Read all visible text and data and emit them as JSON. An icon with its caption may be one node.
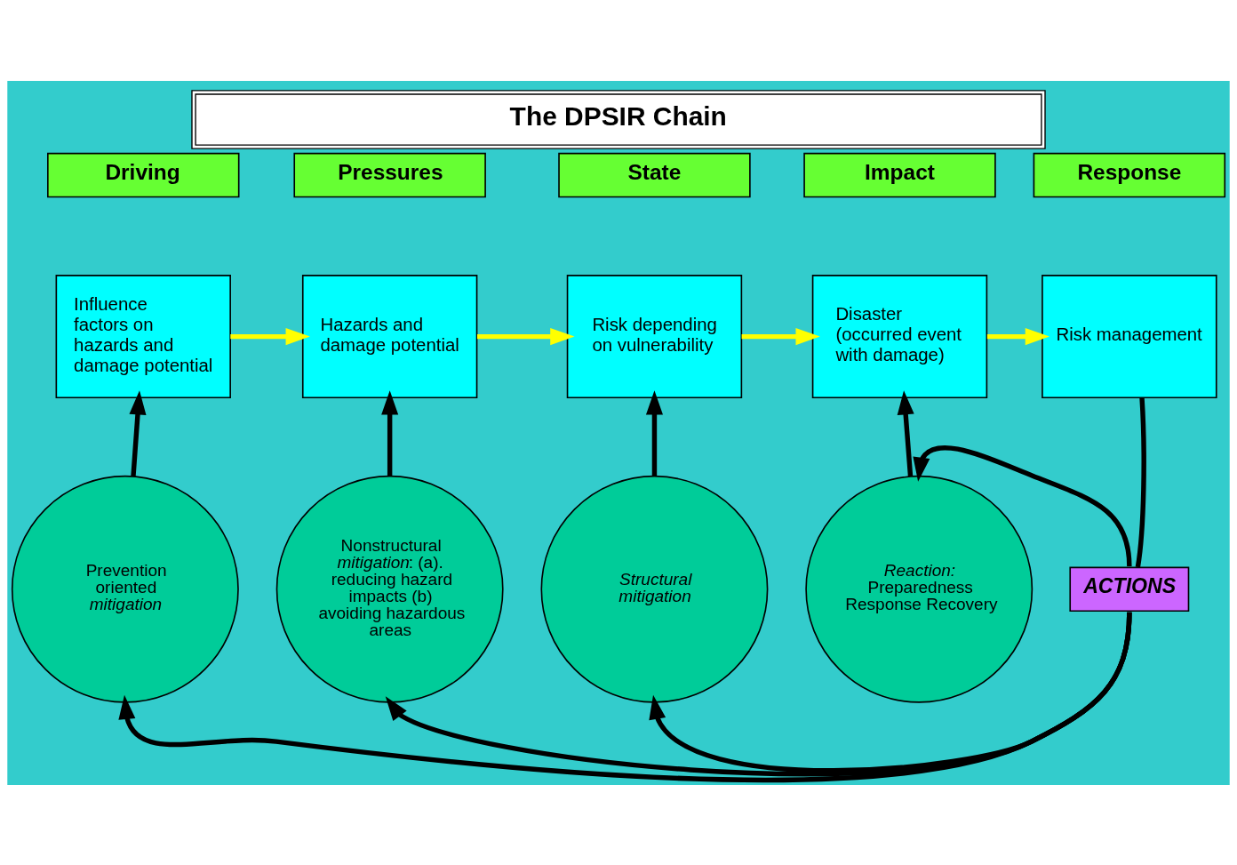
{
  "diagram": {
    "title": "The DPSIR Chain",
    "nodes": [
      {
        "text": [
          "Driving"
        ]
      },
      {
        "text": [
          "Pressures"
        ]
      },
      {
        "text": [
          "State"
        ]
      },
      {
        "text": [
          "Impact"
        ]
      },
      {
        "text": [
          "Response"
        ]
      },
      {
        "text": [
          "Influence factors on hazards and damage potential"
        ]
      },
      {
        "text": [
          "Hazards and damage potential"
        ]
      },
      {
        "text": [
          "Risk depending on vulnerability"
        ]
      },
      {
        "text": [
          "Disaster (occurred event with damage)"
        ]
      },
      {
        "text": [
          "Risk management"
        ]
      },
      {
        "text": [
          "ACTIONS"
        ]
      },
      {
        "text": [
          "Prevention oriented *mitigation*"
        ]
      },
      {
        "text": [
          "Nonstructural *mitigation*: (a). reducing hazard impacts (b) avoiding hazardous areas"
        ]
      },
      {
        "text": [
          "Structural mitigation"
        ]
      },
      {
        "text": [
          "*Reaction:* Preparedness Response Recovery"
        ]
      }
    ],
    "edges": [
      {
        "from": 5,
        "to": 6,
        "arrow": "to",
        "color": "#ffff00"
      },
      {
        "from": 6,
        "to": 7,
        "arrow": "to",
        "color": "#ffff00"
      },
      {
        "from": 7,
        "to": 8,
        "arrow": "to",
        "color": "#ffff00"
      },
      {
        "from": 8,
        "to": 9,
        "arrow": "to",
        "color": "#ffff00"
      },
      {
        "from": 11,
        "to": 5,
        "arrow": "to"
      },
      {
        "from": 12,
        "to": 6,
        "arrow": "to"
      },
      {
        "from": 13,
        "to": 7,
        "arrow": "to"
      },
      {
        "from": 14,
        "to": 8,
        "arrow": "to"
      },
      {
        "from": 9,
        "to": 10,
        "arrow": "none"
      },
      {
        "from": 10,
        "to": 11,
        "arrow": "to"
      },
      {
        "from": 10,
        "to": 12,
        "arrow": "to"
      },
      {
        "from": 10,
        "to": 13,
        "arrow": "to"
      },
      {
        "from": 10,
        "to": 14,
        "arrow": "to"
      }
    ]
  }
}
